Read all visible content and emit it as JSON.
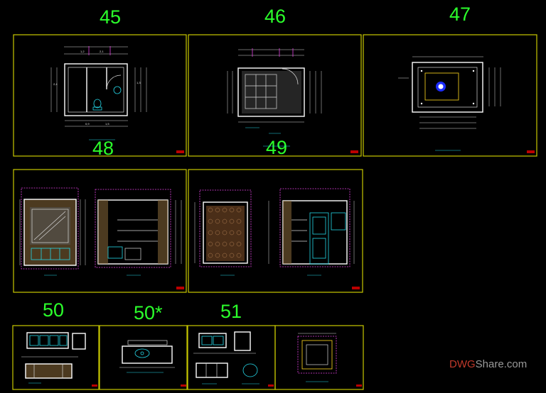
{
  "drawing": {
    "sheet_numbers": {
      "s45": "45",
      "s46": "46",
      "s47": "47",
      "s48": "48",
      "s49": "49",
      "s50": "50",
      "s50b": "50*",
      "s51": "51"
    },
    "colors": {
      "background": "#000000",
      "sheet_number": "#2bff2b",
      "sheet_frame": "#c8c800",
      "wall": "#ffffff",
      "cyan": "#25d7e8",
      "magenta": "#e040e0",
      "title_block": "#bb0000"
    }
  },
  "watermark": {
    "dwg": "DWG",
    "share": "Share.com"
  }
}
